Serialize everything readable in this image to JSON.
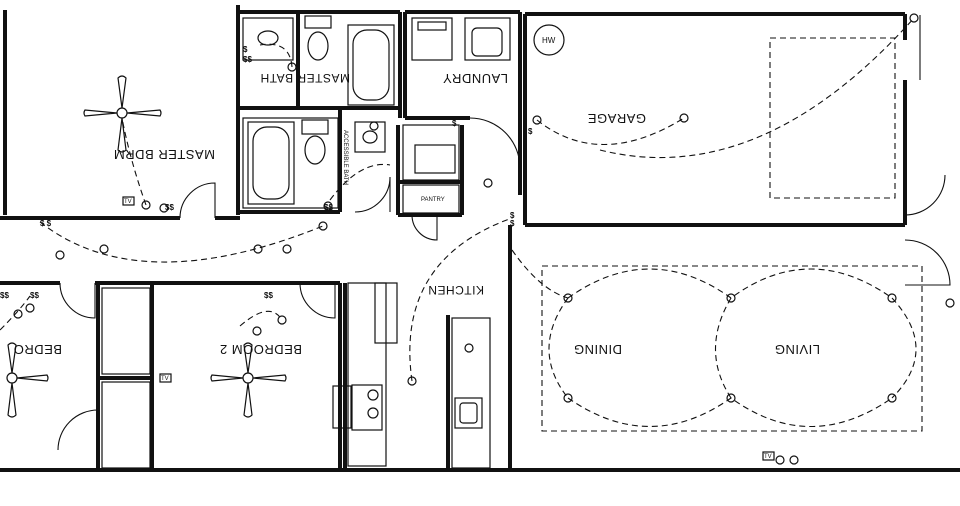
{
  "rooms": {
    "master_bdrm": "MASTER BDRM",
    "master_bath": "MASTER BATH",
    "laundry": "LAUNDRY",
    "garage": "GARAGE",
    "kitchen": "KITCHEN",
    "dining": "DINING",
    "living": "LIVING",
    "bedroom2": "BEDROOM 2",
    "bedroom3": "BEDRO",
    "pantry": "PANTRY",
    "accessible_bath": "ACCESSIBLE BATH"
  },
  "fixtures": {
    "water_heater": "HW",
    "tv": "TV",
    "switch": "$"
  }
}
